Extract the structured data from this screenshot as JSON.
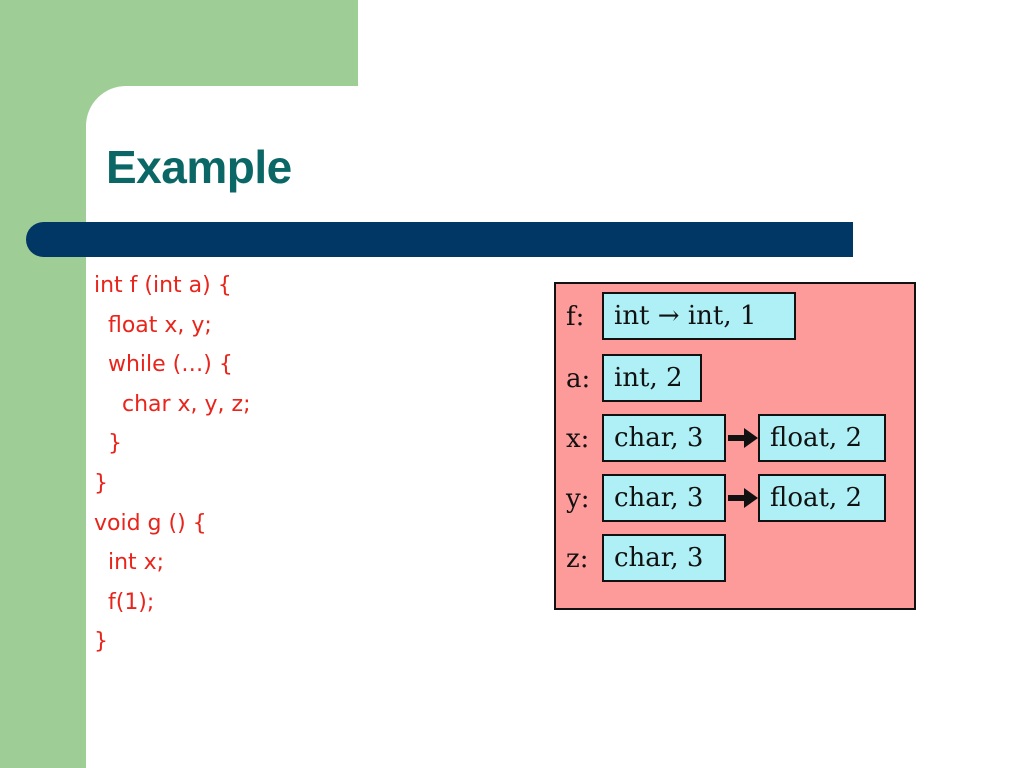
{
  "slide": {
    "title": "Example"
  },
  "code": {
    "lines": [
      "int f (int a) {",
      "  float x, y;",
      "  while (…) {",
      "    char x, y, z;",
      "  }",
      "}",
      "void g () {",
      "  int x;",
      "  f(1);",
      "}"
    ]
  },
  "diagram": {
    "rows": [
      {
        "label": "f:",
        "entries": [
          "int → int, 1"
        ]
      },
      {
        "label": "a:",
        "entries": [
          "int, 2"
        ]
      },
      {
        "label": "x:",
        "entries": [
          "char, 3",
          "float, 2"
        ]
      },
      {
        "label": "y:",
        "entries": [
          "char, 3",
          "float, 2"
        ]
      },
      {
        "label": "z:",
        "entries": [
          "char, 3"
        ]
      }
    ]
  },
  "colors": {
    "sidebar_green": "#9fcd96",
    "title_bar": "#003764",
    "title_text": "#0b6766",
    "code_text": "#e8241b",
    "diagram_bg": "#fd9a9a",
    "entry_bg": "#aef0f5"
  }
}
